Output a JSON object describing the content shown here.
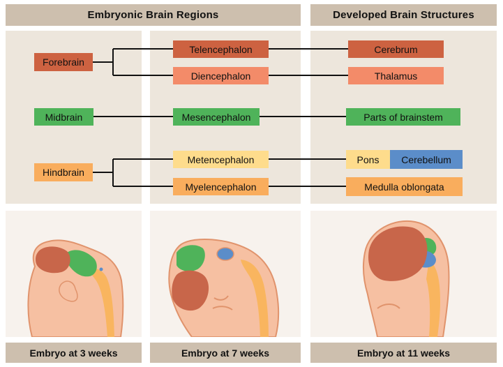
{
  "headers": {
    "embryonic": "Embryonic Brain Regions",
    "developed": "Developed Brain Structures"
  },
  "primary": {
    "forebrain": "Forebrain",
    "midbrain": "Midbrain",
    "hindbrain": "Hindbrain"
  },
  "secondary": {
    "telencephalon": "Telencephalon",
    "diencephalon": "Diencephalon",
    "mesencephalon": "Mesencephalon",
    "metencephalon": "Metencephalon",
    "myelencephalon": "Myelencephalon"
  },
  "developed": {
    "cerebrum": "Cerebrum",
    "thalamus": "Thalamus",
    "brainstem": "Parts of brainstem",
    "pons": "Pons",
    "cerebellum": "Cerebellum",
    "medulla": "Medulla oblongata"
  },
  "captions": {
    "week3": "Embryo at 3 weeks",
    "week7": "Embryo at 7 weeks",
    "week11": "Embryo at 11 weeks"
  },
  "colors": {
    "forebrain": "#cd6241",
    "diencephalon": "#f38b69",
    "midbrain": "#4fb35a",
    "metencephalon": "#fedc8c",
    "hindbrain": "#f9ad5d",
    "cerebellum": "#5b8dc9",
    "panel": "#ede6dc",
    "header": "#cdbfae"
  }
}
